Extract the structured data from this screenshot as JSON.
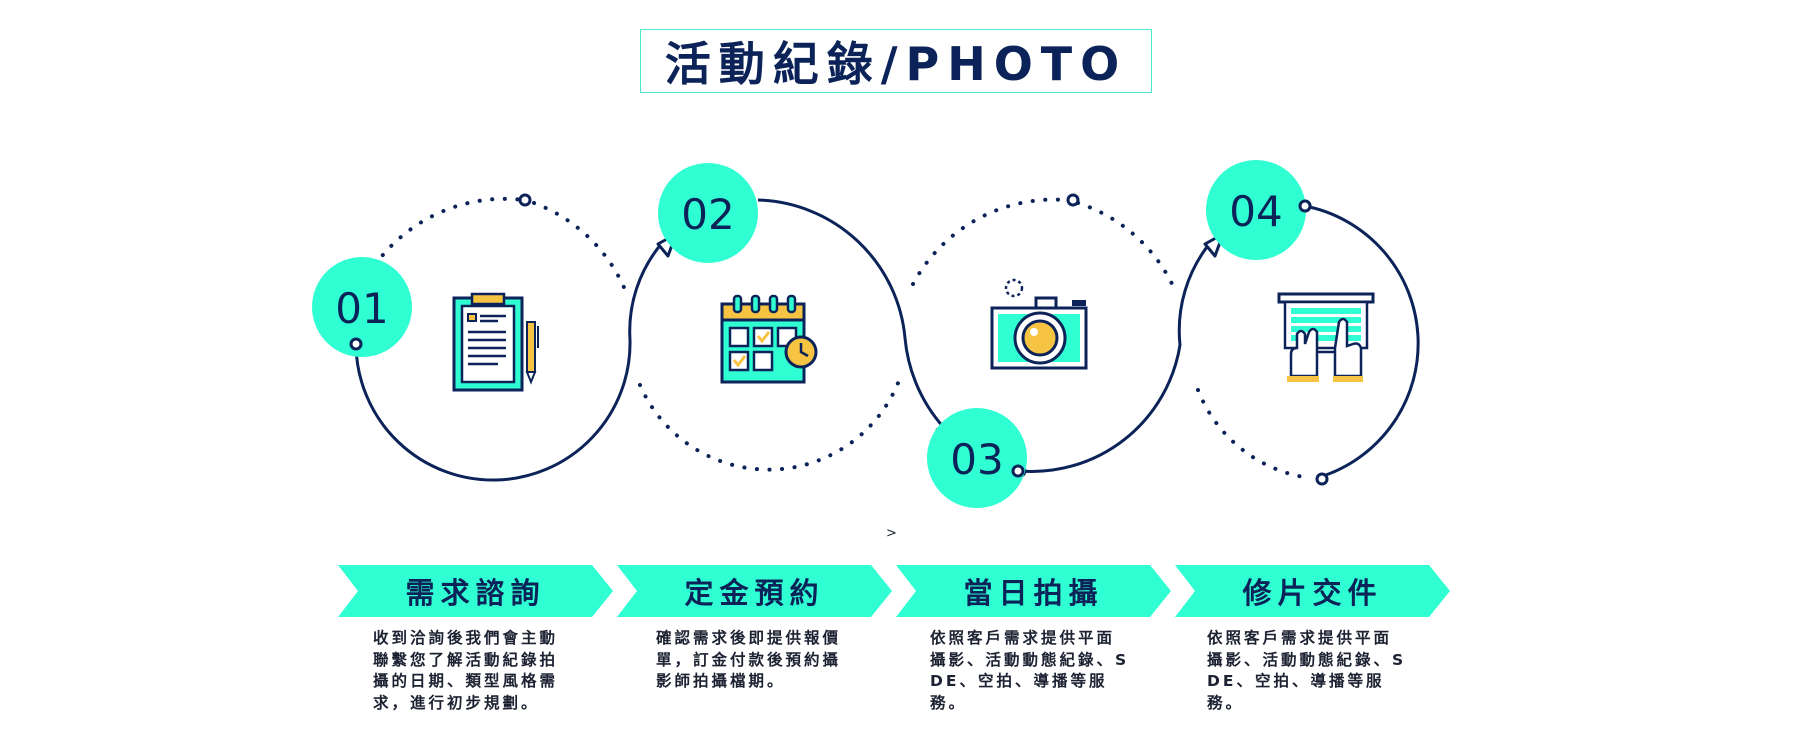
{
  "title": "活動紀錄/PHOTO",
  "colors": {
    "navy": "#0b2358",
    "mint": "#2fffd2",
    "gold": "#f6c342",
    "text": "#1d2233"
  },
  "symbol": ">",
  "steps": [
    {
      "number": "01",
      "icon": "clipboard-icon",
      "label": "需求諮詢",
      "description": "收到洽詢後我們會主動聯繫您了解活動紀錄拍攝的日期、類型風格需求，進行初步規劃。"
    },
    {
      "number": "02",
      "icon": "calendar-icon",
      "label": "定金預約",
      "description": "確認需求後即提供報價單，訂金付款後預約攝影師拍攝檔期。"
    },
    {
      "number": "03",
      "icon": "camera-icon",
      "label": "當日拍攝",
      "description": "依照客戶需求提供平面攝影、活動動態紀錄、SDE、空拍、導播等服務。"
    },
    {
      "number": "04",
      "icon": "laptop-typing-icon",
      "label": "修片交件",
      "description": "依照客戶需求提供平面攝影、活動動態紀錄、SDE、空拍、導播等服務。"
    }
  ]
}
